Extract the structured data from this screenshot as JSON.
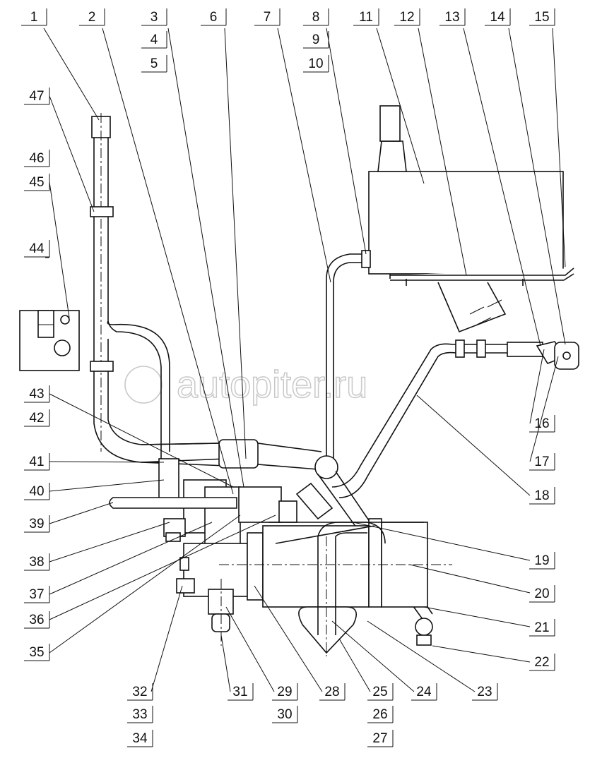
{
  "title": "Fuel system parts diagram",
  "watermark": "autopiter.ru",
  "labels": [
    "1",
    "2",
    "3",
    "4",
    "5",
    "6",
    "7",
    "8",
    "9",
    "10",
    "11",
    "12",
    "13",
    "14",
    "15",
    "16",
    "17",
    "18",
    "19",
    "20",
    "21",
    "22",
    "23",
    "24",
    "25",
    "26",
    "27",
    "28",
    "29",
    "30",
    "31",
    "32",
    "33",
    "34",
    "35",
    "36",
    "37",
    "38",
    "39",
    "40",
    "41",
    "42",
    "43",
    "44",
    "45",
    "46",
    "47"
  ]
}
